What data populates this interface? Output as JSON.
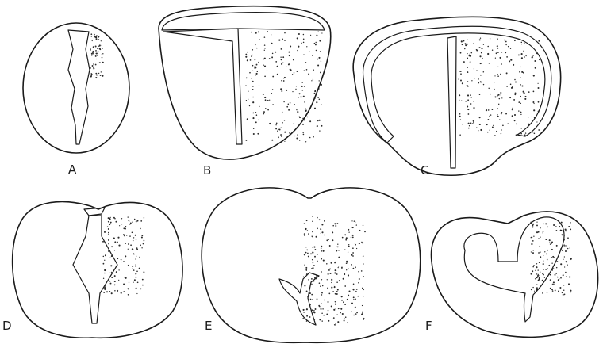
{
  "figure": {
    "panels": [
      {
        "key": "A",
        "label": "A"
      },
      {
        "key": "B",
        "label": "B"
      },
      {
        "key": "C",
        "label": "C"
      },
      {
        "key": "D",
        "label": "D"
      },
      {
        "key": "E",
        "label": "E"
      },
      {
        "key": "F",
        "label": "F"
      }
    ],
    "colors": {
      "ink": "#1a1a1a",
      "paper": "#ffffff"
    }
  }
}
